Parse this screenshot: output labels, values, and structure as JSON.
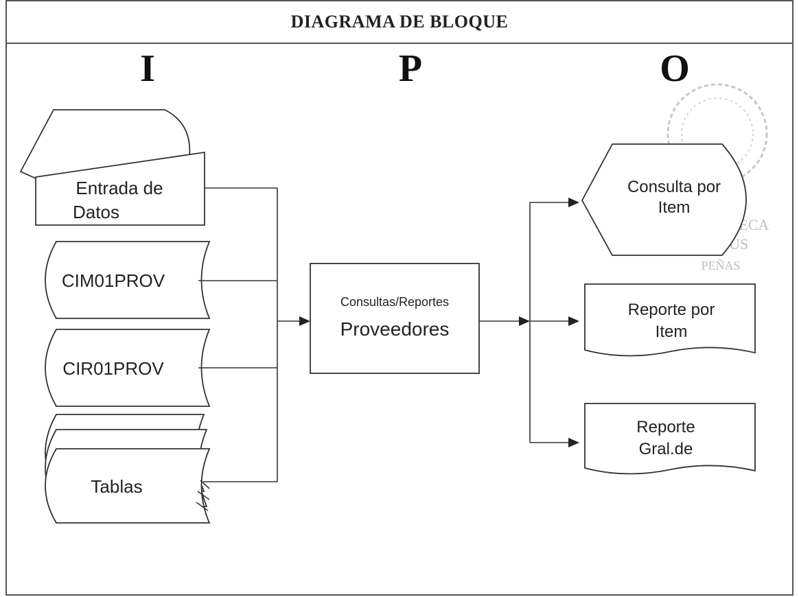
{
  "title": "DIAGRAMA DE BLOQUE",
  "columns": {
    "input": "I",
    "process": "P",
    "output": "O"
  },
  "inputs": {
    "manual": {
      "line1": "Entrada de",
      "line2": "Datos"
    },
    "file1": "CIM01PROV",
    "file2": "CIR01PROV",
    "tables": "Tablas"
  },
  "process": {
    "line1": "Consultas/Reportes",
    "line2": "Proveedores"
  },
  "outputs": {
    "display": {
      "line1": "Consulta por",
      "line2": "Item"
    },
    "report1": {
      "line1": "Reporte por",
      "line2": "Item"
    },
    "report2": {
      "line1": "Reporte",
      "line2": "Gral.de"
    }
  },
  "stamp": {
    "line1": "BIBLIOTECA",
    "line2": "CAMPUS",
    "line3": "PEÑAS"
  }
}
